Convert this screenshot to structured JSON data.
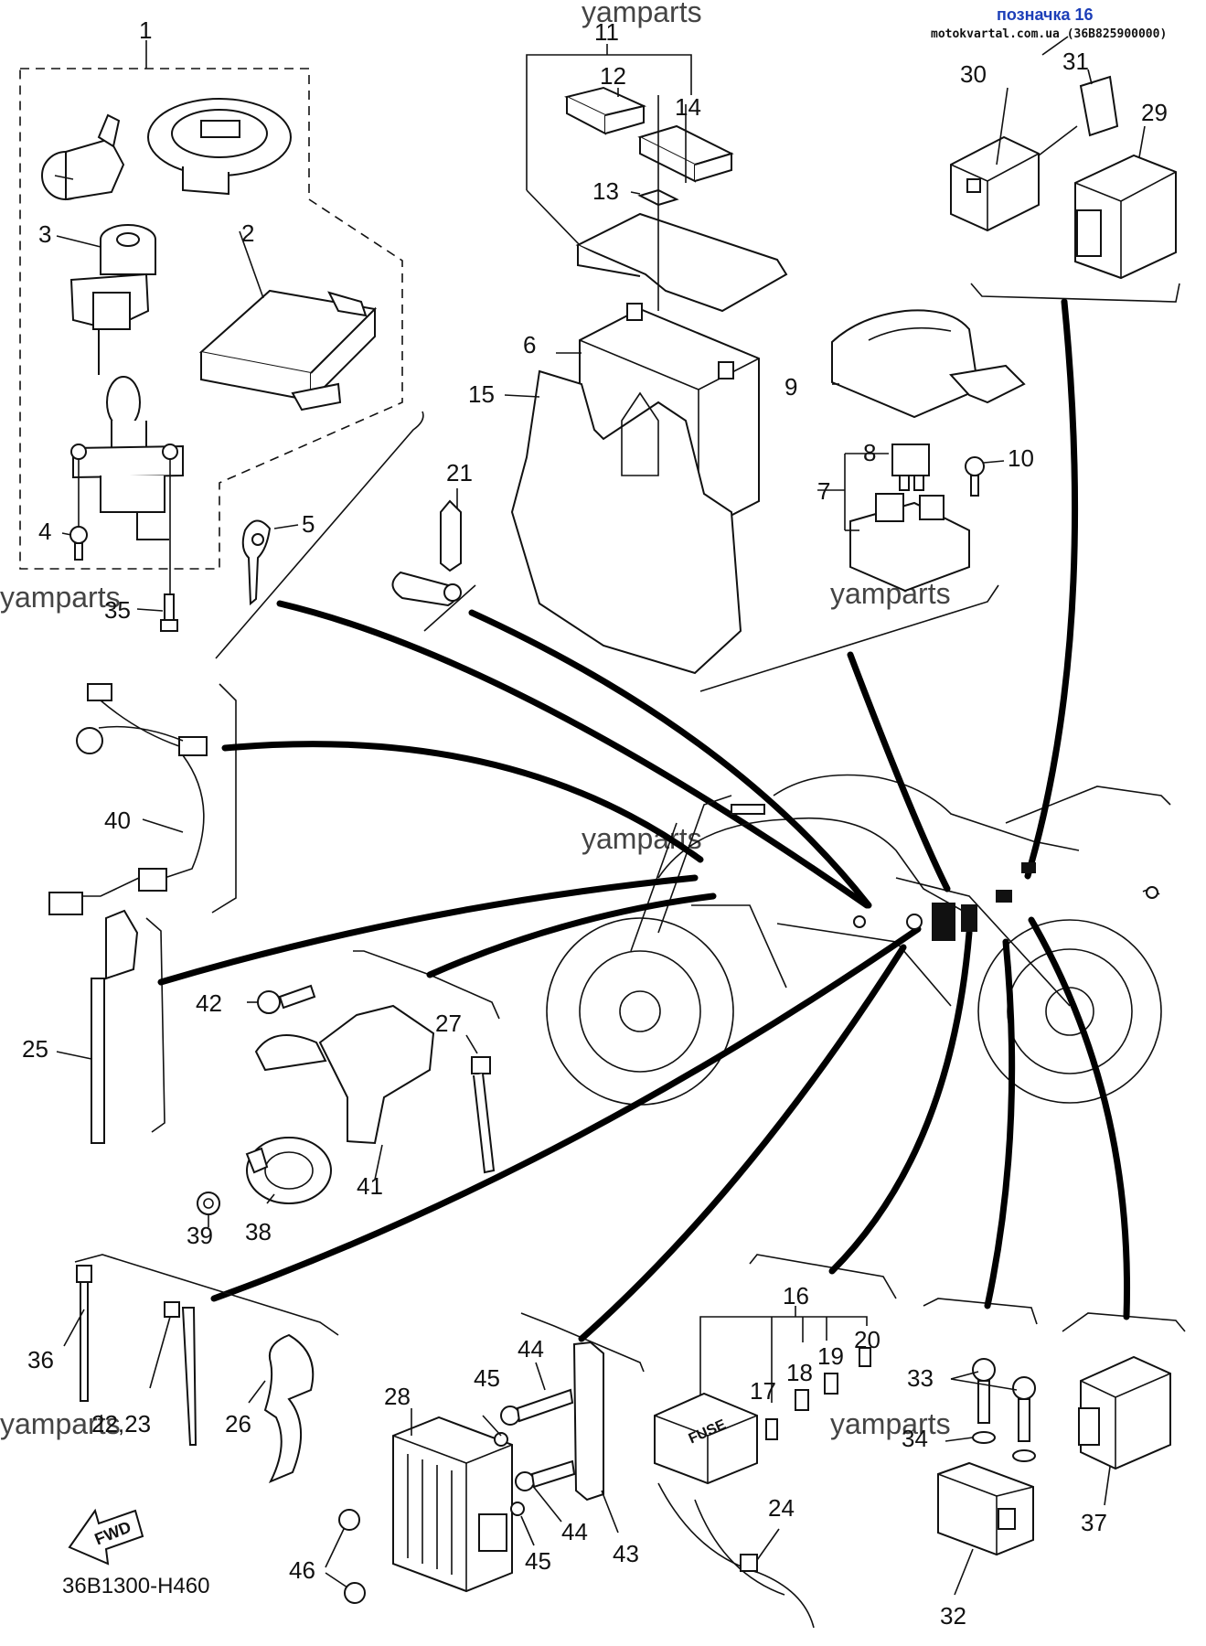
{
  "header": {
    "tag": "позначка 16",
    "source": "motokvartal.com.ua (36B825900000)"
  },
  "watermark": "yamparts",
  "diagram_code": "36B1300-H460",
  "fwd_label": "FWD",
  "fuse_label": "FUSE",
  "labels": {
    "p1": "1",
    "p2": "2",
    "p3": "3",
    "p4": "4",
    "p5": "5",
    "p6": "6",
    "p7": "7",
    "p8": "8",
    "p9": "9",
    "p10": "10",
    "p11": "11",
    "p12": "12",
    "p13": "13",
    "p14": "14",
    "p15": "15",
    "p16": "16",
    "p17": "17",
    "p18": "18",
    "p19": "19",
    "p20": "20",
    "p21": "21",
    "p2223": "22,23",
    "p24": "24",
    "p25": "25",
    "p26": "26",
    "p27": "27",
    "p28": "28",
    "p29": "29",
    "p30": "30",
    "p31": "31",
    "p32": "32",
    "p33": "33",
    "p34": "34",
    "p35": "35",
    "p36": "36",
    "p37": "37",
    "p38": "38",
    "p39": "39",
    "p40": "40",
    "p41": "41",
    "p42": "42",
    "p43": "43",
    "p44a": "44",
    "p44b": "44",
    "p45a": "45",
    "p45b": "45",
    "p46": "46"
  }
}
